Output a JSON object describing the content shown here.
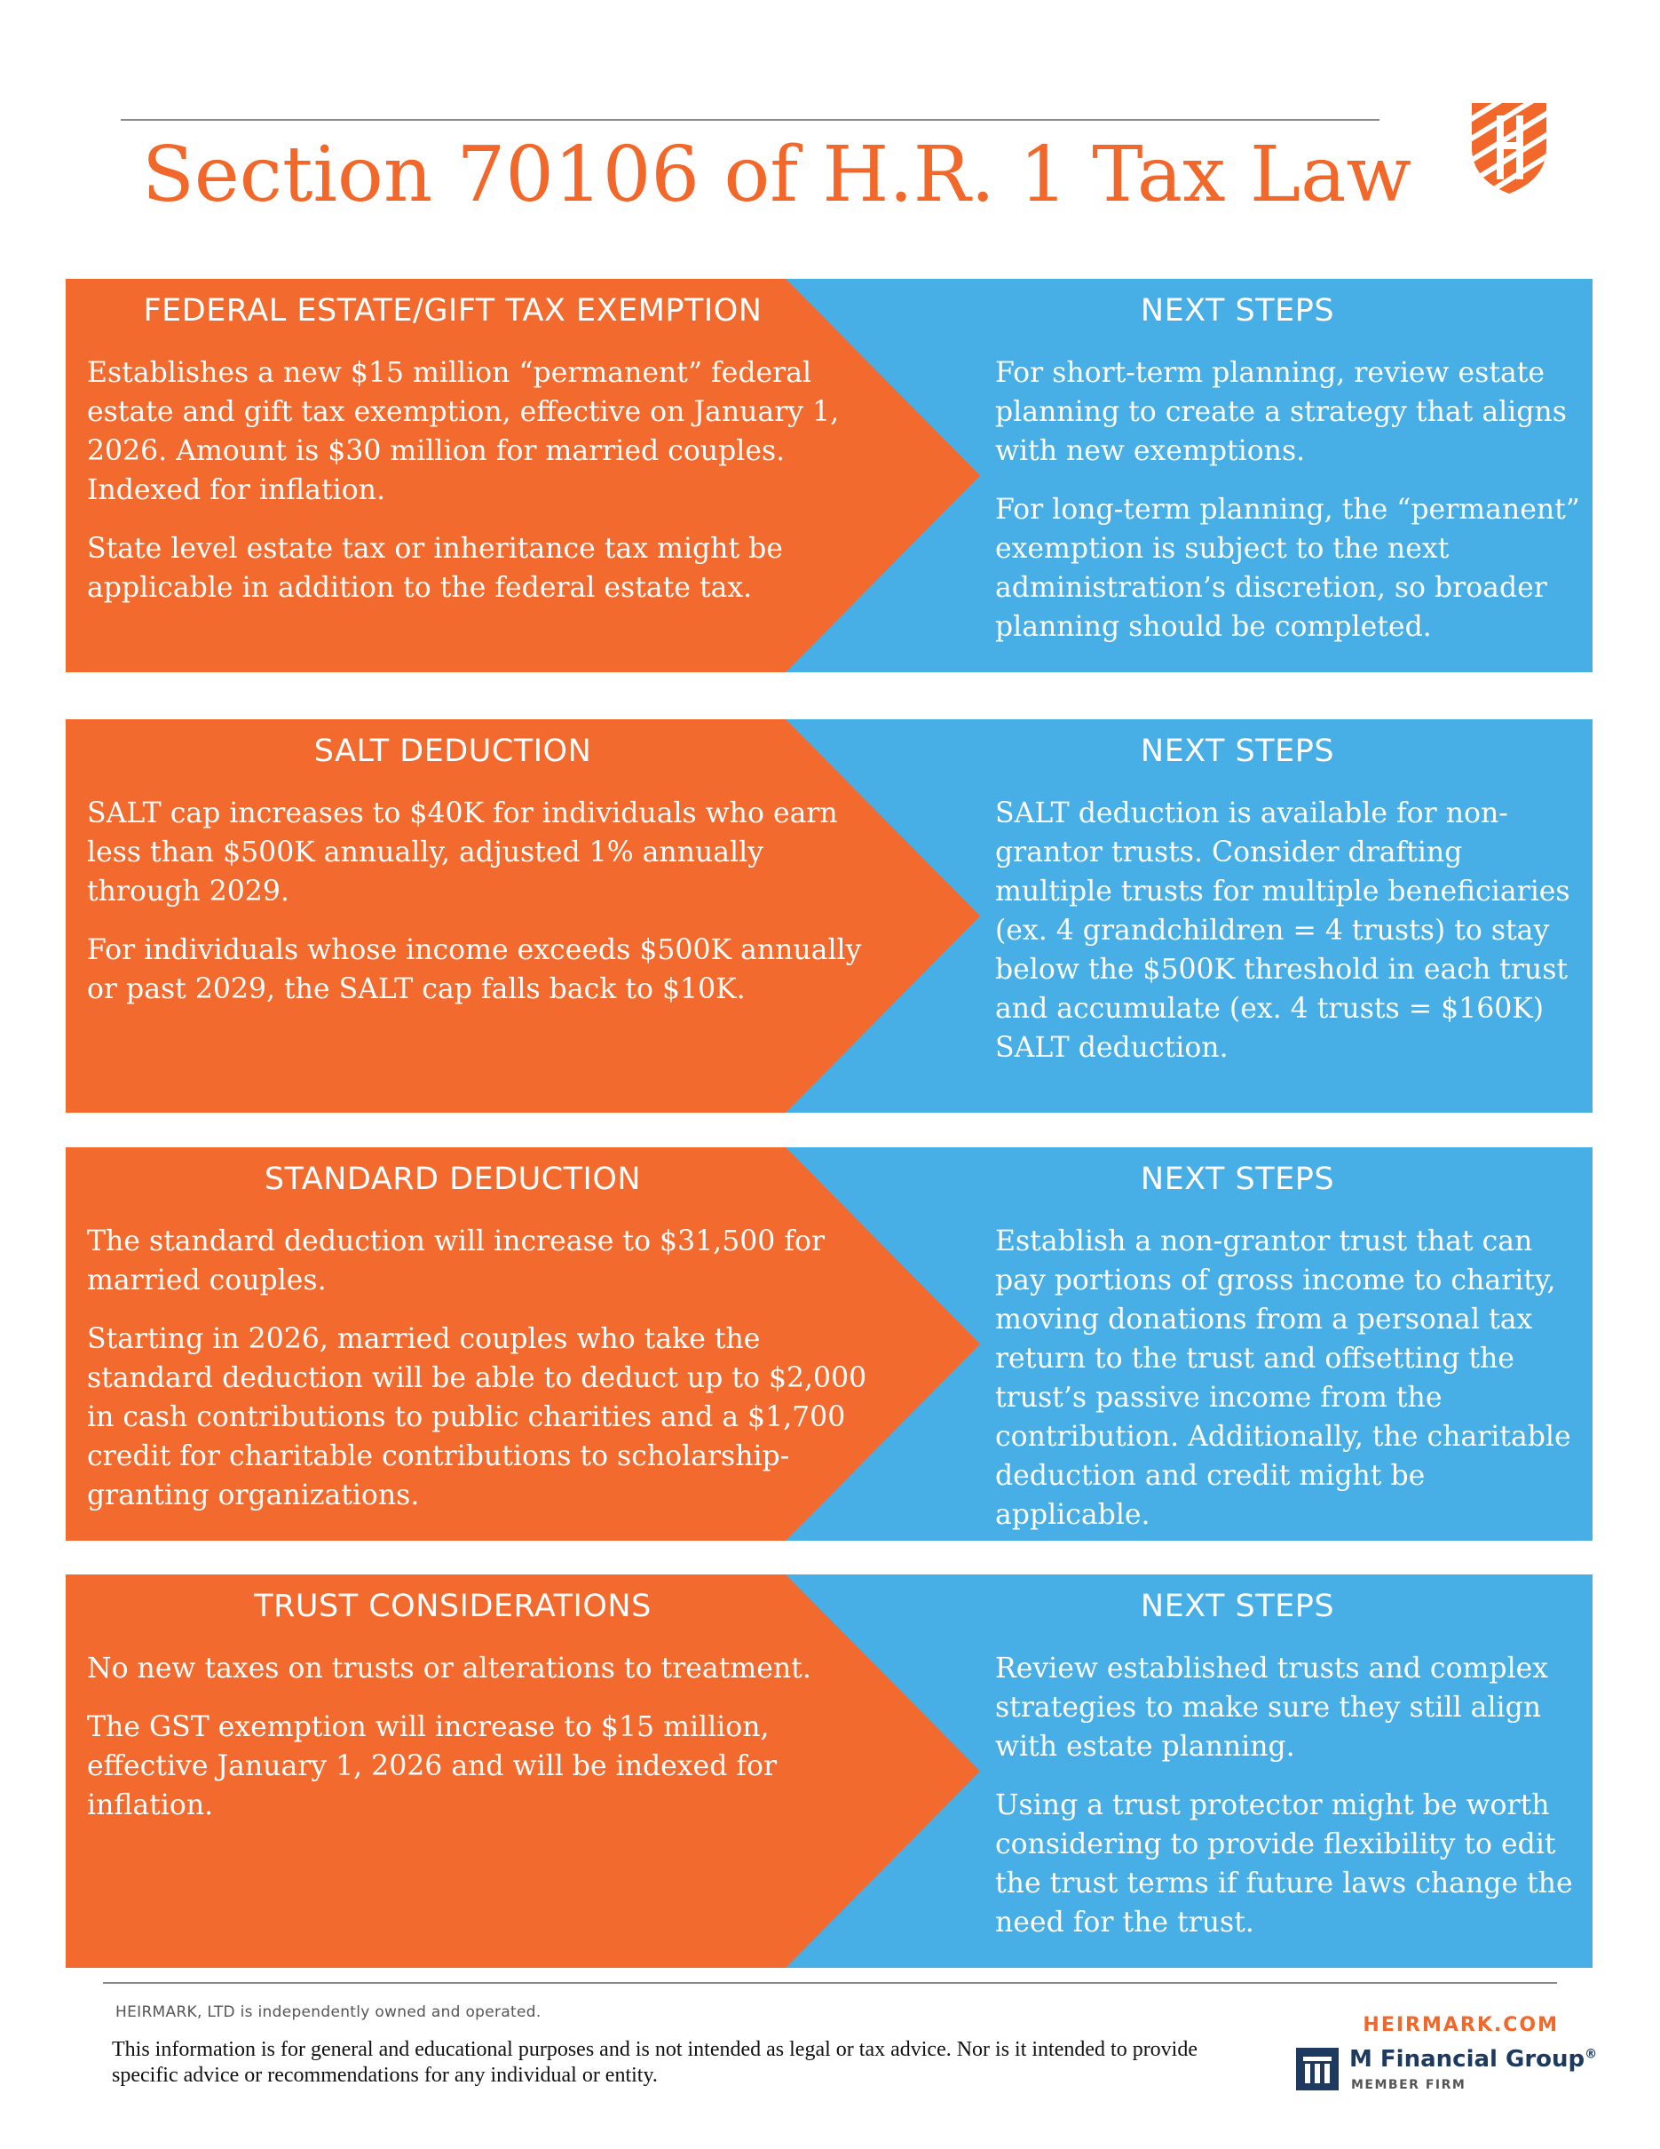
{
  "title": "Section 70106 of H.R. 1 Tax Law",
  "colors": {
    "orange": "#f26a2e",
    "blue": "#47aee6",
    "title": "#f2672a",
    "navy": "#1f3a5f"
  },
  "sections": [
    {
      "left_title": "FEDERAL ESTATE/GIFT TAX EXEMPTION",
      "left_paragraphs": [
        "Establishes a new $15 million “permanent” federal estate and gift tax exemption, effective on January 1, 2026.  Amount is $30 million for married couples.  Indexed for inflation.",
        "State level estate tax or inheritance tax might be applicable in addition to the federal estate tax."
      ],
      "right_title": "NEXT STEPS",
      "right_paragraphs": [
        "For short-term planning, review estate planning to create a strategy that aligns with new exemptions.",
        "For long-term planning, the “permanent” exemption is subject to the next administration’s discretion, so broader planning should be completed."
      ]
    },
    {
      "left_title": "SALT DEDUCTION",
      "left_paragraphs": [
        "SALT cap increases to $40K for individuals who earn less than $500K annually, adjusted 1% annually through 2029.",
        "For individuals whose income exceeds $500K annually or past 2029, the SALT cap falls back to $10K."
      ],
      "right_title": "NEXT STEPS",
      "right_paragraphs": [
        "SALT deduction is available for non-grantor trusts.  Consider drafting multiple trusts for multiple beneficiaries (ex. 4 grandchildren = 4 trusts) to stay below the $500K threshold in each trust and accumulate (ex. 4 trusts = $160K) SALT deduction."
      ]
    },
    {
      "left_title": "STANDARD DEDUCTION",
      "left_paragraphs": [
        "The standard deduction will increase to $31,500 for married couples.",
        "Starting in 2026, married couples who take the standard deduction will be able to deduct up to $2,000 in cash contributions to public charities and a $1,700 credit for charitable contributions to scholarship-granting organizations."
      ],
      "right_title": "NEXT STEPS",
      "right_paragraphs": [
        "Establish a non-grantor trust that can pay portions of gross income to charity, moving donations from a personal tax return to the trust and offsetting the trust’s passive income from the contribution.  Additionally, the charitable deduction and credit might be applicable."
      ]
    },
    {
      "left_title": "TRUST CONSIDERATIONS",
      "left_paragraphs": [
        "No new taxes on trusts or alterations to treatment.",
        "The GST exemption will increase to $15 million, effective January 1, 2026 and will be indexed for inflation."
      ],
      "right_title": "NEXT STEPS",
      "right_paragraphs": [
        "Review established trusts and complex strategies to make sure they still align with estate planning.",
        "Using a trust protector might be worth considering to provide flexibility to edit the trust terms if future laws change the need for the trust."
      ]
    }
  ],
  "footer": {
    "independent": "HEIRMARK, LTD is independently owned and operated.",
    "disclaimer": "This information is for general and educational purposes and is not intended as legal or tax advice. Nor is it intended to provide specific advice or recommendations for any individual or entity.",
    "website": "HEIRMARK.COM",
    "partner_name": "M Financial Group",
    "partner_mark": "®",
    "partner_sub": "MEMBER FIRM"
  }
}
